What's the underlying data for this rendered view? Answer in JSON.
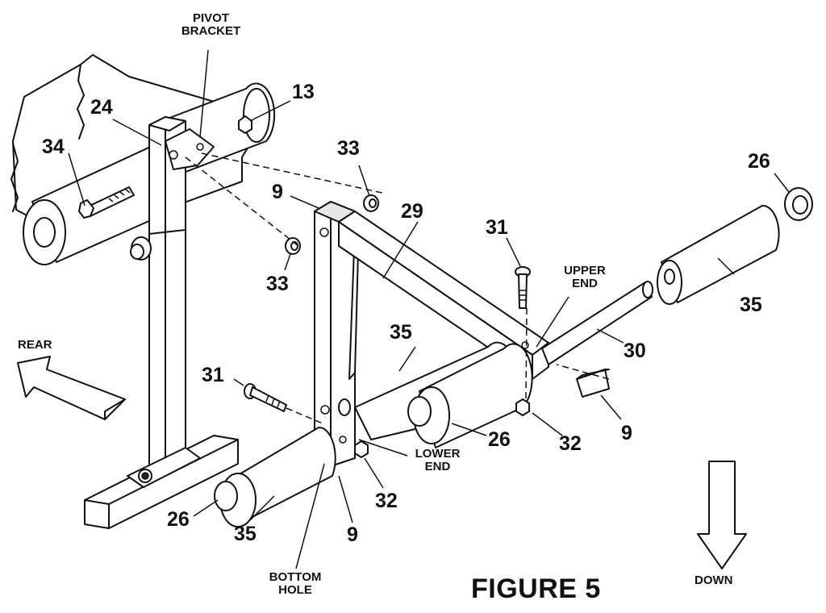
{
  "figure": {
    "title": "FIGURE 5"
  },
  "labels": {
    "pivot_bracket": "PIVOT BRACKET",
    "rear": "REAR",
    "down": "DOWN",
    "upper_end": "UPPER END",
    "lower_end": "LOWER END",
    "bottom_hole": "BOTTOM HOLE"
  },
  "part_numbers": {
    "p13": "13",
    "p24": "24",
    "p34": "34",
    "p33_top": "33",
    "p9_top": "9",
    "p33_bottom": "33",
    "p29": "29",
    "p31_top": "31",
    "p26_right": "26",
    "p35_right": "35",
    "p30": "30",
    "p35_mid": "35",
    "p31_left": "31",
    "p9_right": "9",
    "p32_right": "32",
    "p26_mid": "26",
    "p32_bottom": "32",
    "p26_left": "26",
    "p35_left": "35",
    "p9_bottom": "9"
  }
}
